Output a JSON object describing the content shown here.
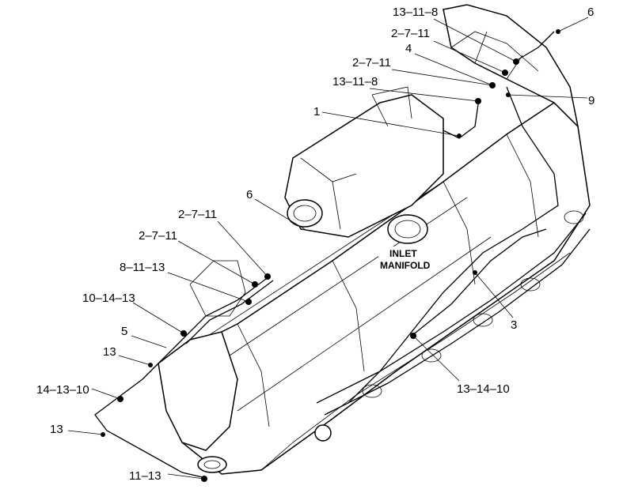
{
  "callouts": {
    "c_13_11_8_top": "13–11–8",
    "c_6_top": "6",
    "c_2_7_11_a": "2–7–11",
    "c_4": "4",
    "c_2_7_11_b": "2–7–11",
    "c_9": "9",
    "c_13_11_8_mid": "13–11–8",
    "c_1": "1",
    "c_6_mid": "6",
    "c_2_7_11_c": "2–7–11",
    "c_2_7_11_d": "2–7–11",
    "c_8_11_13": "8–11–13",
    "c_10_14_13": "10–14–13",
    "c_5": "5",
    "c_13_a": "13",
    "c_14_13_10": "14–13–10",
    "c_13_b": "13",
    "c_11_13": "11–13",
    "c_3": "3",
    "c_13_14_10": "13–14–10"
  },
  "notes": {
    "inlet_line1": "INLET",
    "inlet_line2": "MANIFOLD"
  }
}
